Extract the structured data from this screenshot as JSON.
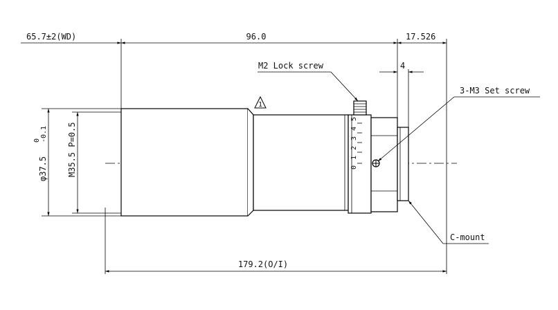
{
  "dimensions": {
    "wd": "65.7±2(WD)",
    "length": "96.0",
    "mount_len": "17.526",
    "flange": "4",
    "total": "179.2(O/I)",
    "outer_dia": "φ37.5",
    "outer_tol_upper": "0",
    "outer_tol_lower": "-0.1",
    "thread": "M35.5 P=0.5"
  },
  "callouts": {
    "lock_screw": "M2 Lock screw",
    "set_screw": "3-M3 Set screw",
    "mount": "C-mount",
    "note_mark": "1"
  },
  "scale_marks": [
    "5",
    "4",
    "3",
    "2",
    "1",
    "0"
  ]
}
